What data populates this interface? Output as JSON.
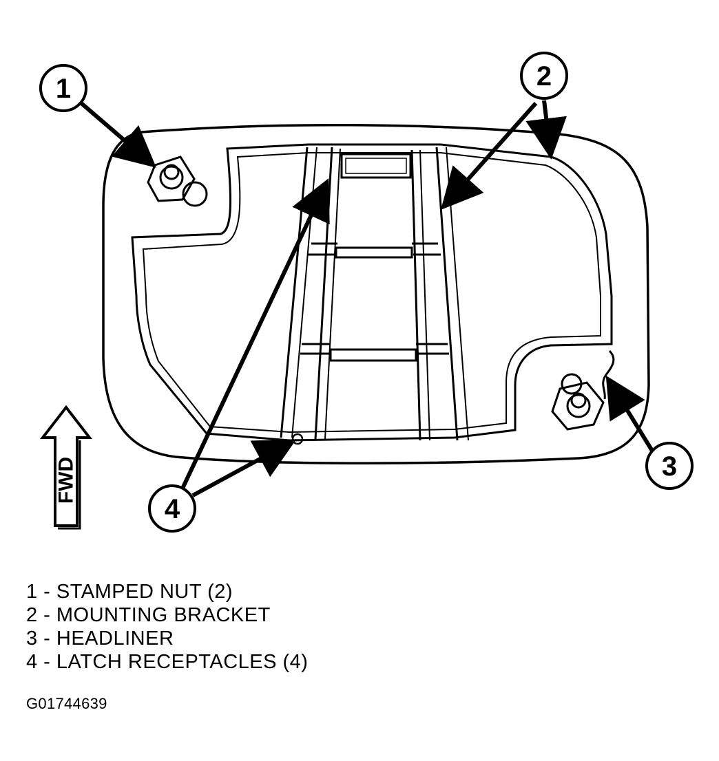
{
  "callouts": {
    "c1": "1",
    "c2": "2",
    "c3": "3",
    "c4": "4"
  },
  "direction_label": "FWD",
  "legend": [
    "1 - STAMPED NUT (2)",
    "2 - MOUNTING BRACKET",
    "3 - HEADLINER",
    "4 - LATCH RECEPTACLES (4)"
  ],
  "figure_id": "G01744639"
}
